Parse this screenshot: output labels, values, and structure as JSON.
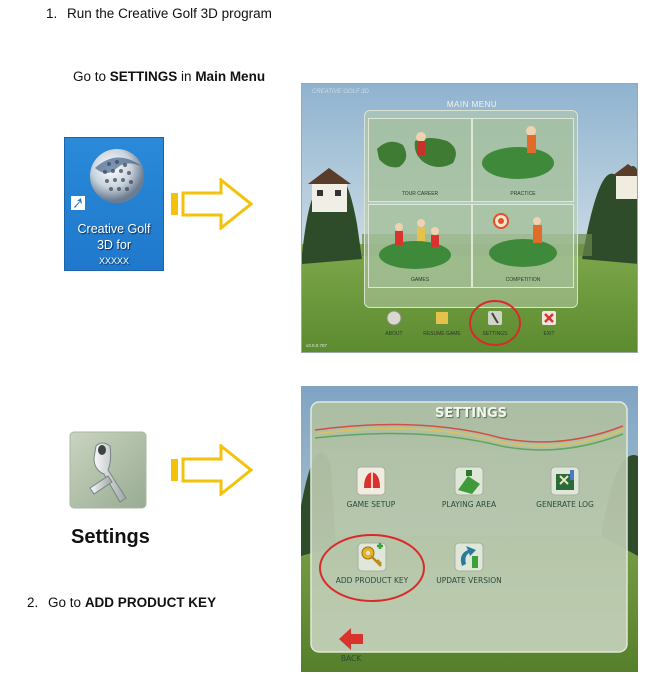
{
  "step1": {
    "number": "1.",
    "text": "Run the Creative Golf 3D program"
  },
  "goto_settings": {
    "prefix": "Go to ",
    "bold1": "SETTINGS",
    "mid": " in ",
    "bold2": "Main Menu"
  },
  "desktop_icon": {
    "line1": "Creative Golf",
    "line2": "3D for",
    "line3": "XXXXX"
  },
  "main_menu": {
    "title": "MAIN MENU",
    "logo": "CREATIVE GOLF 3D",
    "tiles": [
      "TOUR CAREER",
      "PRACTICE",
      "GAMES",
      "COMPETITION"
    ],
    "bottom_buttons": [
      "ABOUT",
      "RESUME GAME",
      "SETTINGS",
      "EXIT"
    ],
    "version": "v3.0.0.787"
  },
  "settings_caption": "Settings",
  "settings_screen": {
    "title": "SETTINGS",
    "items": [
      {
        "label": "GAME SETUP"
      },
      {
        "label": "PLAYING AREA"
      },
      {
        "label": "GENERATE LOG"
      },
      {
        "label": "ADD PRODUCT KEY"
      },
      {
        "label": "UPDATE VERSION"
      }
    ],
    "back": "BACK"
  },
  "step2": {
    "number": "2.",
    "prefix": "Go to ",
    "bold": "ADD PRODUCT KEY"
  },
  "colors": {
    "arrow": "#f3c20a",
    "highlight_circle": "#d92a2a",
    "panel": "#b7c6a8"
  }
}
